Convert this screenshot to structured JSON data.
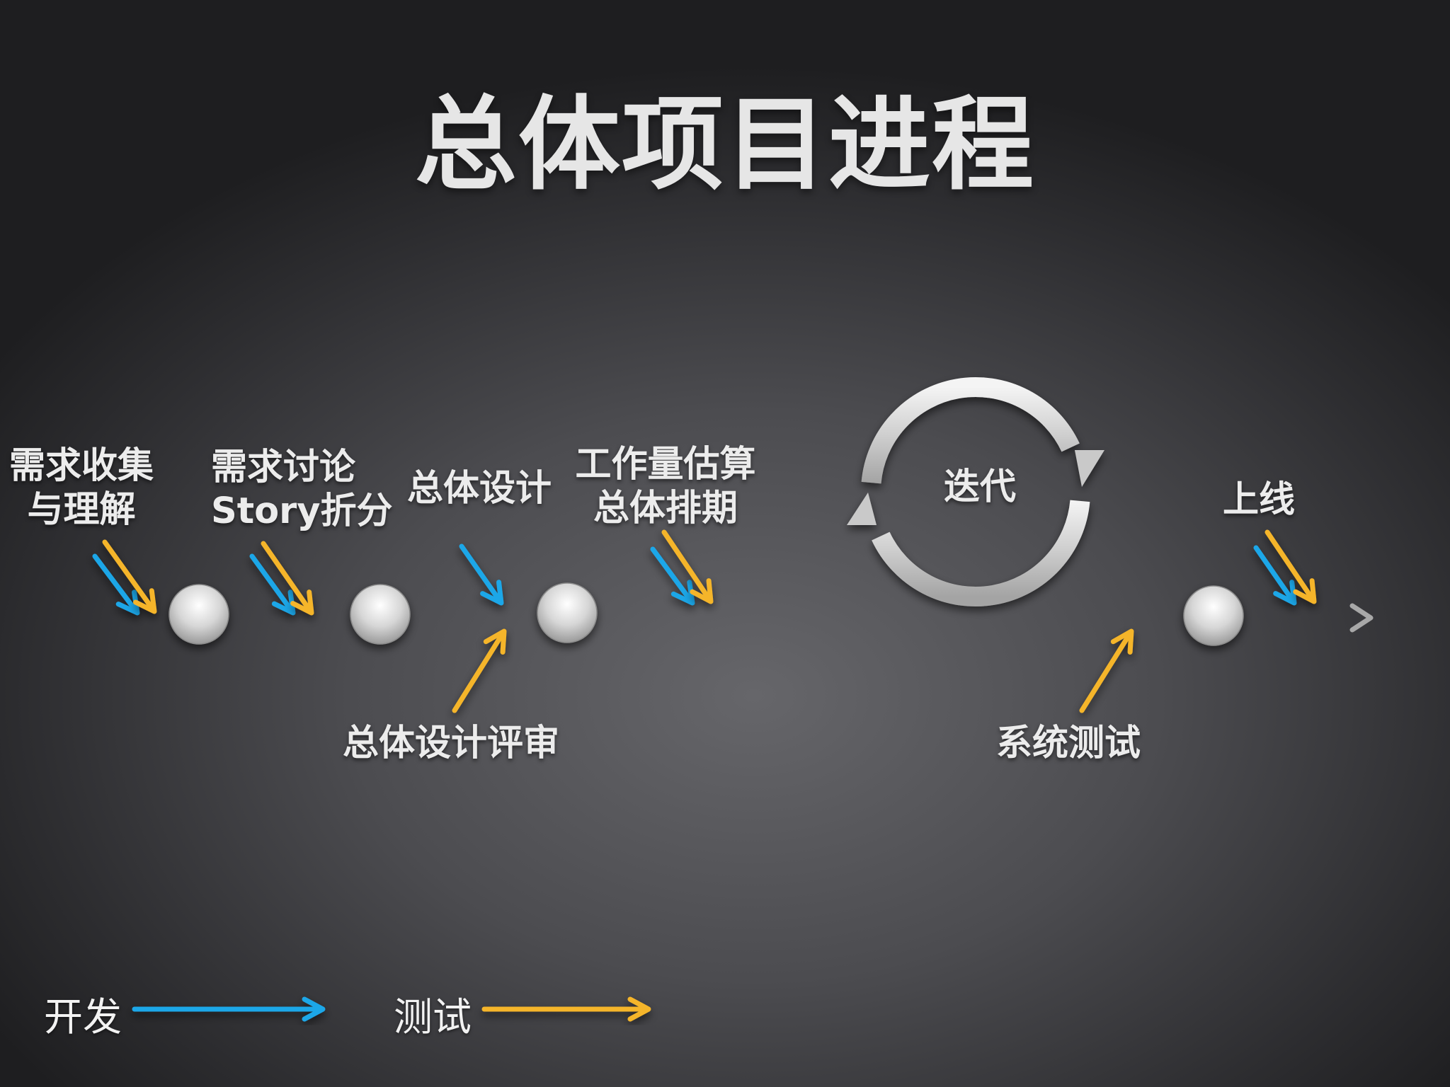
{
  "title": "总体项目进程",
  "colors": {
    "dev": "#1ea7e8",
    "test": "#f5b52a",
    "timeline": "#a8a8a8",
    "text": "#ececec"
  },
  "milestones": [
    {
      "label_lines": [
        "需求收集",
        "与理解"
      ],
      "arrows": [
        "dev",
        "test"
      ]
    },
    {
      "label_lines": [
        "需求讨论",
        "Story折分"
      ],
      "arrows": [
        "dev",
        "test"
      ]
    },
    {
      "label_lines": [
        "总体设计"
      ],
      "arrows": [
        "dev"
      ]
    },
    {
      "label_lines": [
        "工作量估算",
        "总体排期"
      ],
      "arrows": [
        "dev",
        "test"
      ]
    },
    {
      "label_lines": [
        "上线"
      ],
      "arrows": [
        "dev",
        "test"
      ]
    }
  ],
  "iteration": {
    "label": "迭代",
    "icon": "refresh-cycle-icon"
  },
  "bottom_events": [
    {
      "label": "总体设计评审",
      "arrow": "test"
    },
    {
      "label": "系统测试",
      "arrow": "test"
    }
  ],
  "legend": [
    {
      "label": "开发",
      "color_key": "dev"
    },
    {
      "label": "测试",
      "color_key": "test"
    }
  ]
}
